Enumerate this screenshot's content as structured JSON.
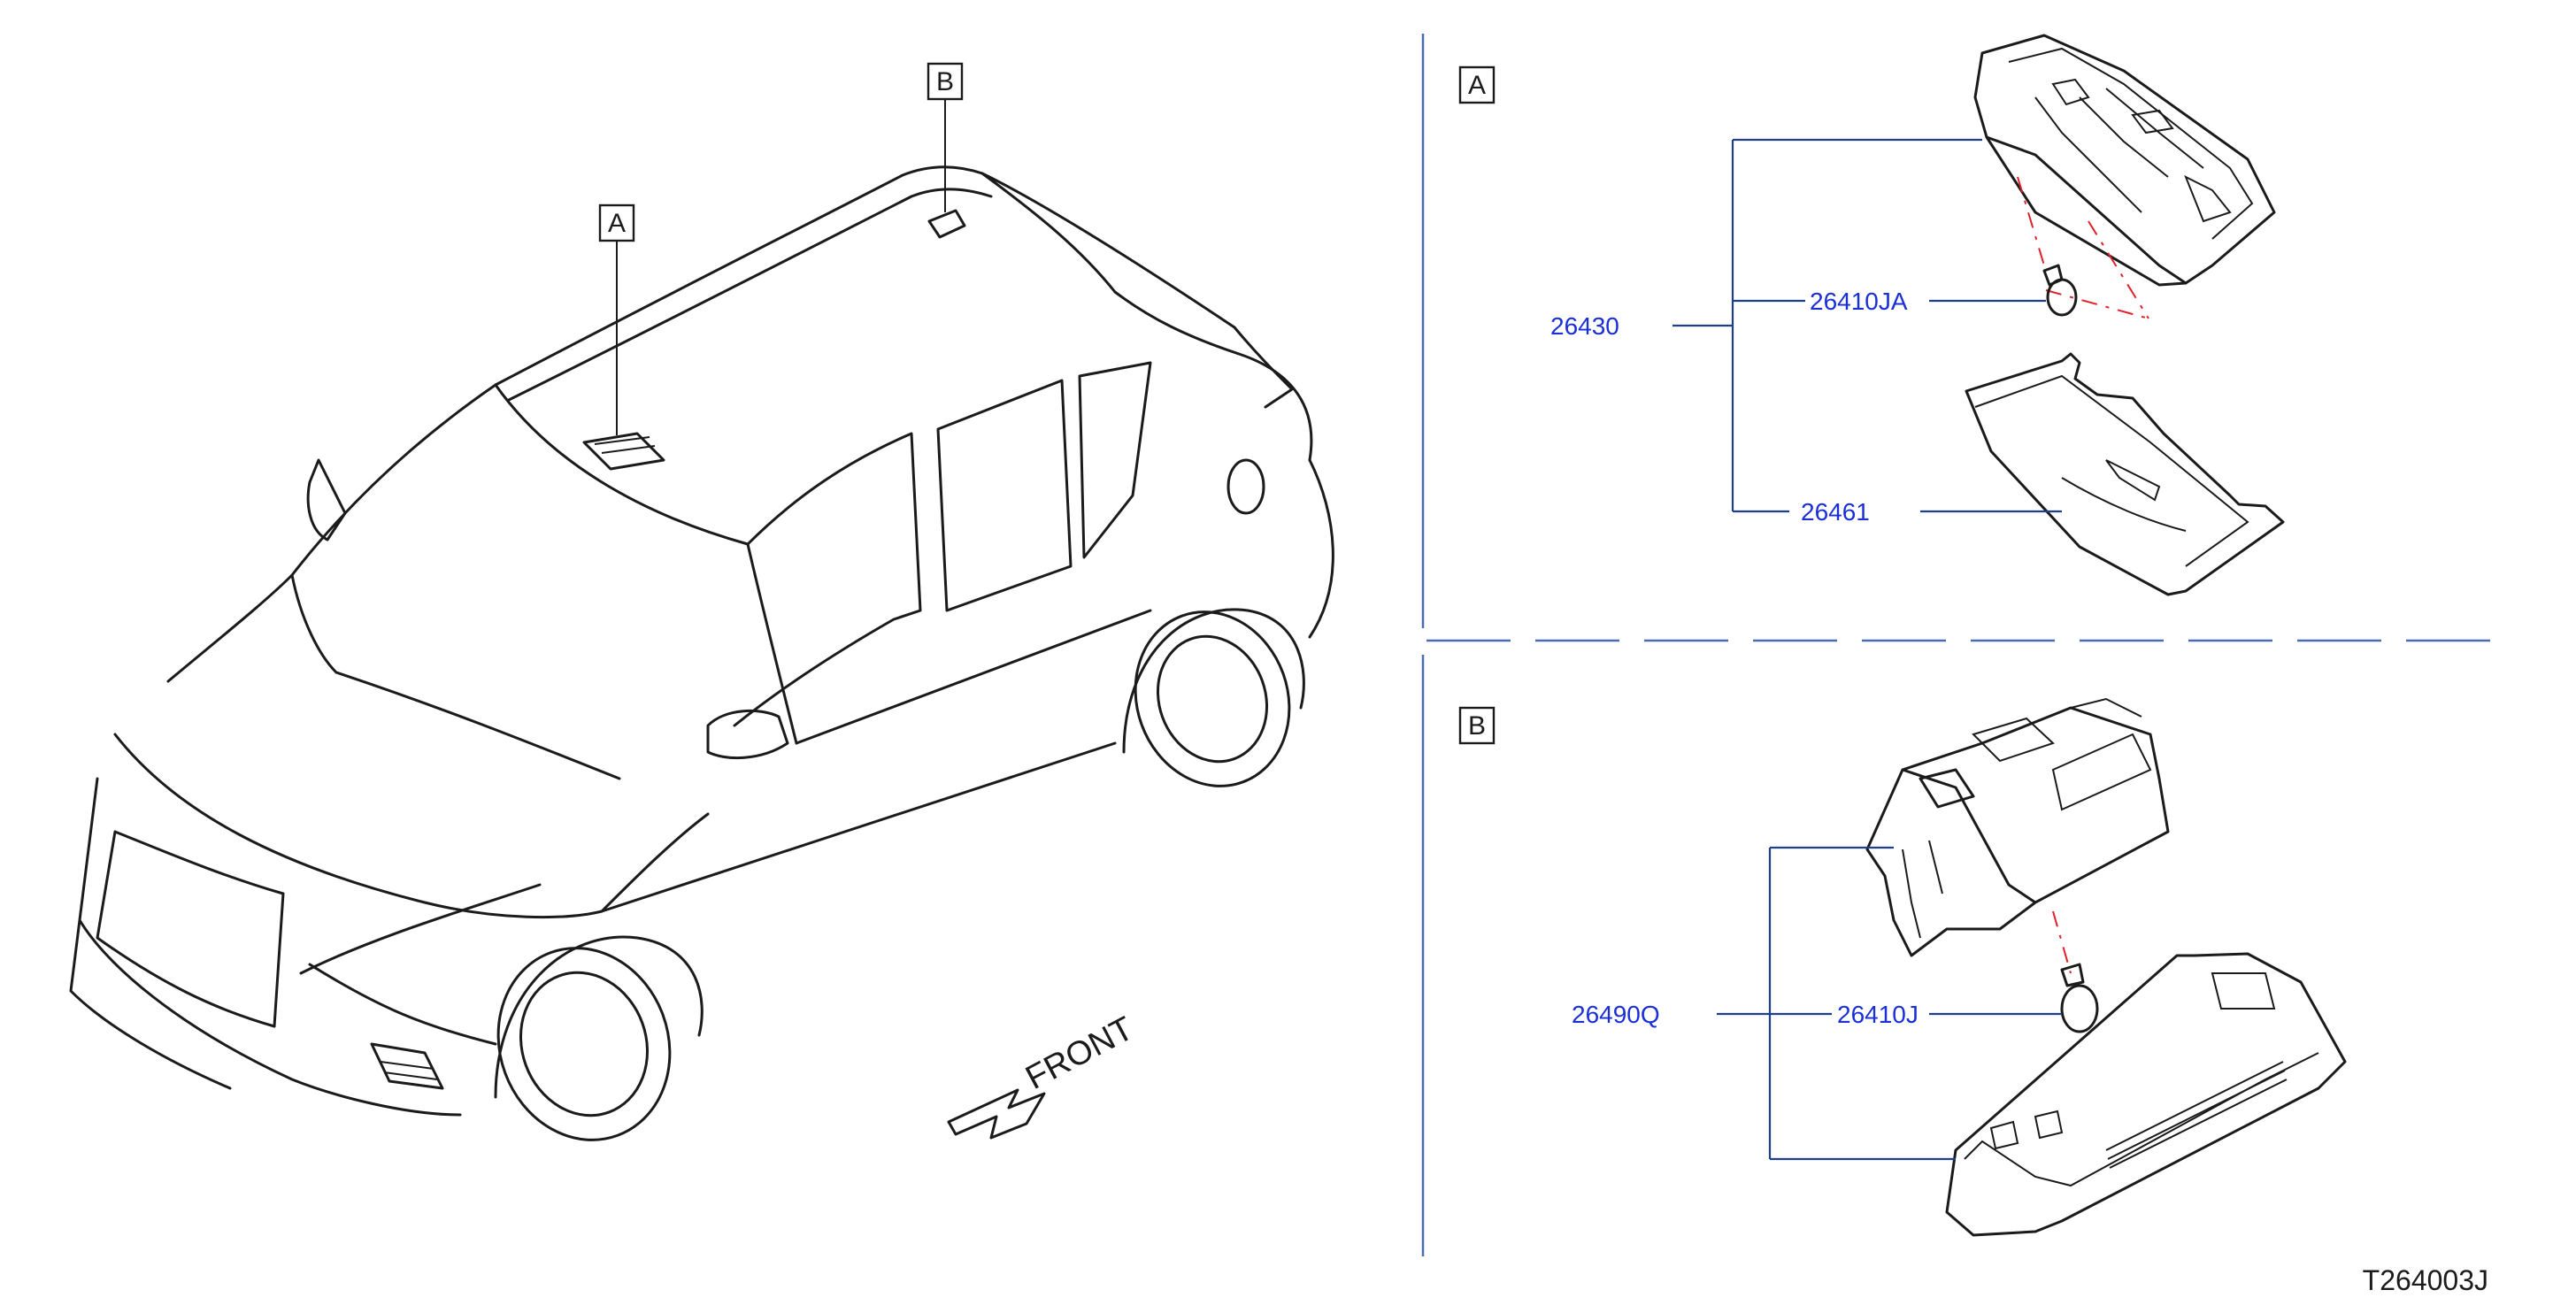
{
  "views": {
    "main_a_label": "A",
    "main_b_label": "B",
    "detail_a_label": "A",
    "detail_b_label": "B"
  },
  "direction": {
    "label": "FRONT"
  },
  "parts": {
    "a_assembly": "26430",
    "a_bulb": "26410JA",
    "a_lens": "26461",
    "b_assembly": "26490Q",
    "b_bulb": "26410J"
  },
  "drawing_code": "T264003J",
  "colors": {
    "part_number": "#1a2fd6",
    "leader_line": "#1f3f8a",
    "divider": "#4b6bb0",
    "phantom_line": "#e0202a",
    "outline": "#1b1b1b"
  }
}
